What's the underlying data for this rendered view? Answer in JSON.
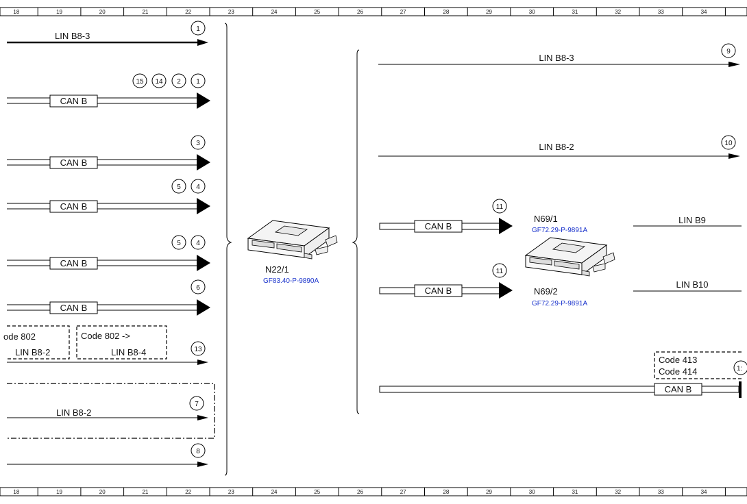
{
  "ruler_numbers": [
    "18",
    "19",
    "20",
    "21",
    "22",
    "23",
    "24",
    "25",
    "26",
    "27",
    "28",
    "29",
    "30",
    "31",
    "32",
    "33",
    "34"
  ],
  "bus": {
    "lin_b8_3": "LIN B8-3",
    "lin_b8_2": "LIN B8-2",
    "lin_b8_4": "LIN B8-4",
    "can_b": "CAN B",
    "lin_b9": "LIN B9",
    "lin_b10": "LIN B10"
  },
  "codes": {
    "code_802_cut": "ode 802",
    "code_802_arrow": "Code 802   ->",
    "code_413": "Code 413",
    "code_414": "Code 414"
  },
  "modules": {
    "n22_1": {
      "name": "N22/1",
      "ref": "GF83.40-P-9890A"
    },
    "n69_1": {
      "name": "N69/1",
      "ref": "GF72.29-P-9891A"
    },
    "n69_2": {
      "name": "N69/2",
      "ref": "GF72.29-P-9891A"
    }
  },
  "markers": {
    "m1": "1",
    "m2": "2",
    "m3": "3",
    "m4": "4",
    "m5": "5",
    "m6": "6",
    "m7": "7",
    "m8": "8",
    "m9": "9",
    "m10": "10",
    "m11": "11",
    "m12_cut": "1:",
    "m13": "13",
    "m14": "14",
    "m15": "15"
  }
}
